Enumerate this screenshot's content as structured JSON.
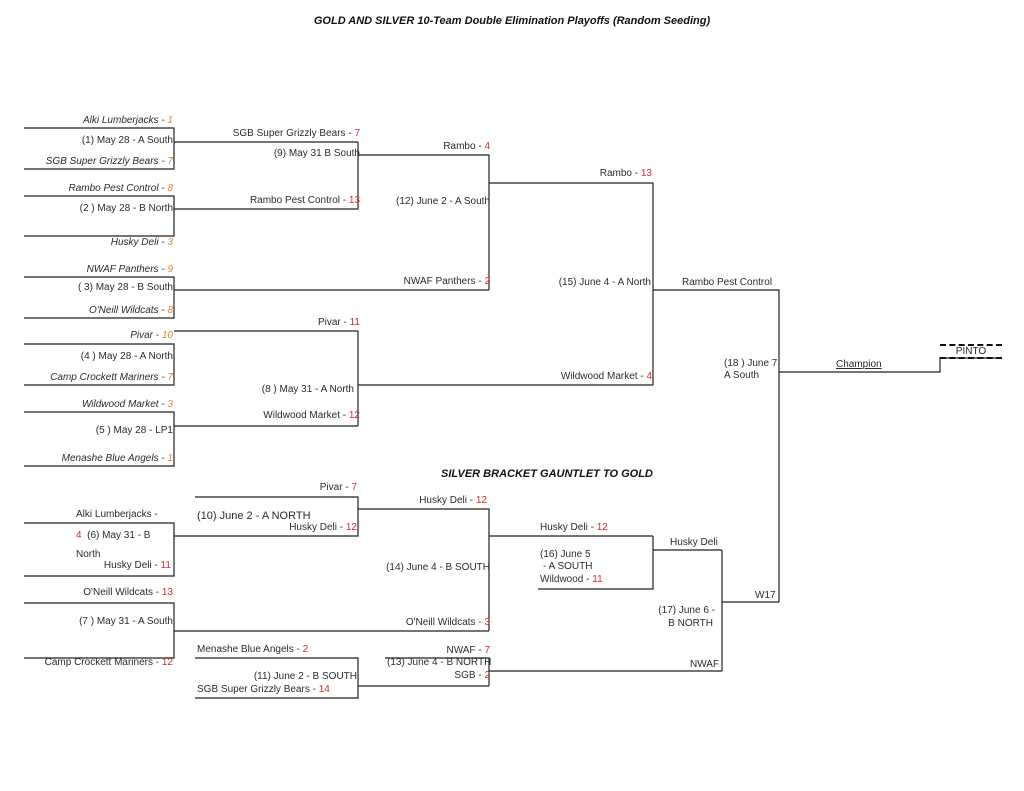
{
  "title": "GOLD AND SILVER 10-Team Double Elimination Playoffs (Random Seeding)",
  "silver_title": "SILVER BRACKET GAUNTLET TO GOLD",
  "champion_label": "Champion",
  "pinto_label": "PINTO",
  "gold": {
    "g1": {
      "top": "Alki Lumberjacks - ",
      "top_score": "1",
      "info": "(1) May 28 - A South",
      "bot": "SGB Super Grizzly Bears - ",
      "bot_score": "7"
    },
    "g2": {
      "top": "Rambo Pest Control - ",
      "top_score": "8",
      "info": "(2 ) May 28 - B North",
      "bot": "Husky Deli - ",
      "bot_score": "3"
    },
    "g3": {
      "top": "NWAF Panthers - ",
      "top_score": "9",
      "info": "( 3) May 28 - B South",
      "bot": "O'Neill Wildcats - ",
      "bot_score": "8"
    },
    "g4": {
      "top": "Pivar - ",
      "top_score": "10",
      "info": "(4 ) May 28 - A North",
      "bot": "Camp Crockett Mariners - ",
      "bot_score": "7"
    },
    "g5": {
      "top": "Wildwood Market - ",
      "top_score": "3",
      "info": "(5 ) May 28 - LP1",
      "bot": "Menashe Blue Angels - ",
      "bot_score": "1"
    },
    "g9": {
      "top": "SGB Super Grizzly Bears - ",
      "top_score": "7",
      "info": "(9) May 31 B South",
      "bot": "Rambo Pest Control - ",
      "bot_score": "13"
    },
    "g8": {
      "top": "Pivar - ",
      "top_score": "11",
      "info": "(8 ) May 31 - A North",
      "bot": "Wildwood Market - ",
      "bot_score": "12"
    },
    "g12": {
      "top": "Rambo - ",
      "top_score": "4",
      "info": "(12) June 2 - A South",
      "bot": "NWAF Panthers - ",
      "bot_score": "2"
    },
    "g15": {
      "top": "Rambo - ",
      "top_score": "13",
      "info": "(15) June 4 - A North",
      "bot": "Wildwood Market - ",
      "bot_score": "4"
    },
    "g18": {
      "top": "Rambo Pest Control",
      "info_1": "(18 ) June 7",
      "info_2": "A South",
      "bot": "W17"
    }
  },
  "silver": {
    "g10": {
      "top": "Pivar - ",
      "top_score": "7",
      "info": "(10) June 2 - A NORTH",
      "bot": "Husky Deli - ",
      "bot_score": "12"
    },
    "g6": {
      "top": "Alki  Lumberjacks  -",
      "top_score": "4",
      "info": "(6)  May  31  -  B",
      "info_2": "North",
      "bot": "Husky Deli - ",
      "bot_score": "11"
    },
    "g7": {
      "top": "O'Neill Wildcats - ",
      "top_score": "13",
      "info": "(7 ) May 31 - A South",
      "bot": "Camp Crockett Mariners - ",
      "bot_score": "12"
    },
    "g11": {
      "top": "Menashe Blue Angels - ",
      "top_score": "2",
      "info": "(11) June 2 - B SOUTH",
      "bot": "SGB Super Grizzly Bears - ",
      "bot_score": "14"
    },
    "g14": {
      "top": "Husky Deli - ",
      "top_score": "12",
      "info": "(14) June 4 - B SOUTH",
      "bot": "O'Neill Wildcats - ",
      "bot_score": "3"
    },
    "g13": {
      "top": "NWAF - ",
      "top_score": "7",
      "info": "(13) June 4 - B NORTH",
      "bot": "SGB - ",
      "bot_score": "2"
    },
    "g16": {
      "top": "Husky Deli - ",
      "top_score": "12",
      "info_1": "(16) June 5",
      "info_2": "- A SOUTH",
      "bot": "Wildwood - ",
      "bot_score": "11"
    },
    "g17": {
      "top": "Husky Deli",
      "info_1": "(17) June 6 -",
      "info_2": "B NORTH",
      "bot": "NWAF"
    }
  }
}
